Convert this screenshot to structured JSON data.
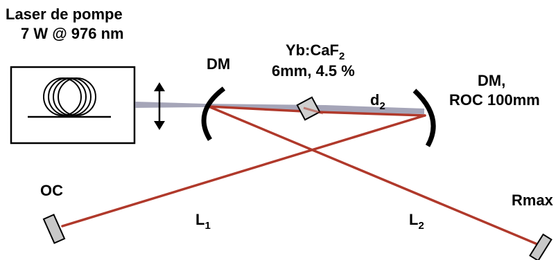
{
  "labels": {
    "pump_line1": "Laser de pompe",
    "pump_line2": "7 W @ 976 nm",
    "dm_left": "DM",
    "crystal_line1_main": "Yb:CaF",
    "crystal_line1_sub": "2",
    "crystal_line2": "6mm,  4.5 %",
    "d2_main": "d",
    "d2_sub": "2",
    "dm_right_line1": "DM,",
    "dm_right_line2": "ROC 100mm",
    "oc": "OC",
    "l1_main": "L",
    "l1_sub": "1",
    "l2_main": "L",
    "l2_sub": "2",
    "rmax": "Rmax"
  },
  "icons": {
    "fiber_coil": "fiber-coil-icon",
    "lens_arrow": "double-arrow-icon"
  },
  "colors": {
    "laser_beam": "#b0392b",
    "pump_beam": "#8e8ea6",
    "crystal_fill": "#cfcfcf",
    "mirror_fill": "#c8c8c8",
    "outline": "#000000"
  }
}
